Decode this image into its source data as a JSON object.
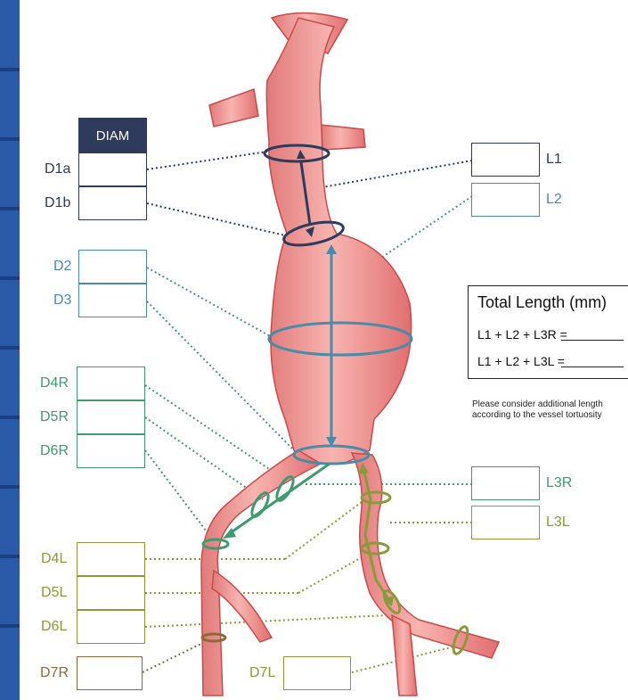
{
  "diameter_header": "DIAM",
  "diameters": [
    "D1a",
    "D1b",
    "D2",
    "D3",
    "D4R",
    "D5R",
    "D6R",
    "D4L",
    "D5L",
    "D6L",
    "D7R",
    "D7L"
  ],
  "lengths": [
    "L1",
    "L2",
    "L3R",
    "L3L"
  ],
  "total_length": {
    "title": "Total Length (mm)",
    "formula_right": "L1 + L2 + L3R =",
    "formula_left": "L1 + L2 + L3L ="
  },
  "note": "Please consider additional length according to the vessel tortuosity",
  "colors": {
    "navy": "#2e3b5c",
    "teal": "#4a8ba8",
    "green": "#3f9a6e",
    "olive": "#8a9a3a",
    "brown": "#8b6a3a",
    "vessel_fill": "#f2a0a0",
    "vessel_edge": "#c84b4b"
  }
}
